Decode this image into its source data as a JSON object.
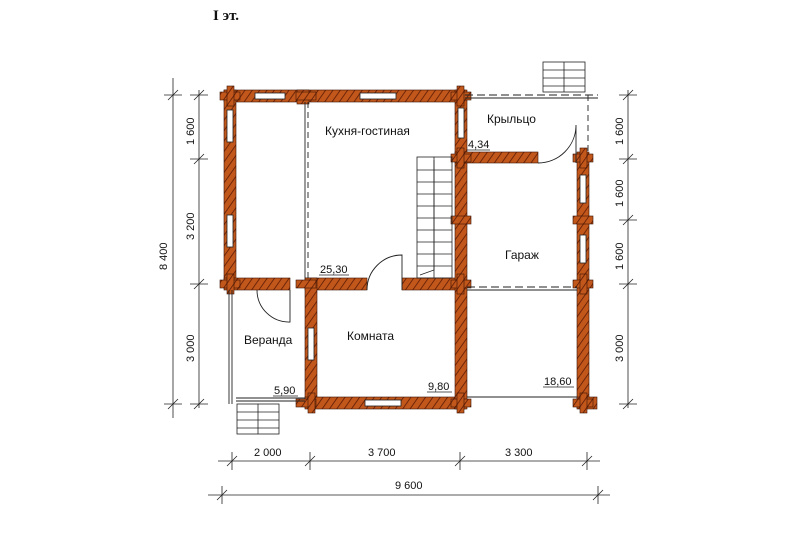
{
  "title": "I эт.",
  "rooms": {
    "kitchen": "Кухня-гостиная",
    "porch": "Крыльцо",
    "garage": "Гараж",
    "veranda": "Веранда",
    "room": "Комната"
  },
  "areas": {
    "porch": "4,34",
    "kitchen": "25,30",
    "veranda": "5,90",
    "room": "9,80",
    "garage": "18,60"
  },
  "dims": {
    "bottom_1": "2 000",
    "bottom_2": "3 700",
    "bottom_3": "3 300",
    "bottom_total": "9 600",
    "left_1": "1 600",
    "left_2": "3 200",
    "left_3": "3 000",
    "left_total": "8 400",
    "right_1": "1 600",
    "right_2": "1 600",
    "right_3": "1 600",
    "right_4": "3 000"
  },
  "colors": {
    "log_wall": "#c2571b",
    "log_grain": "#5a1a05",
    "line": "#222222"
  }
}
